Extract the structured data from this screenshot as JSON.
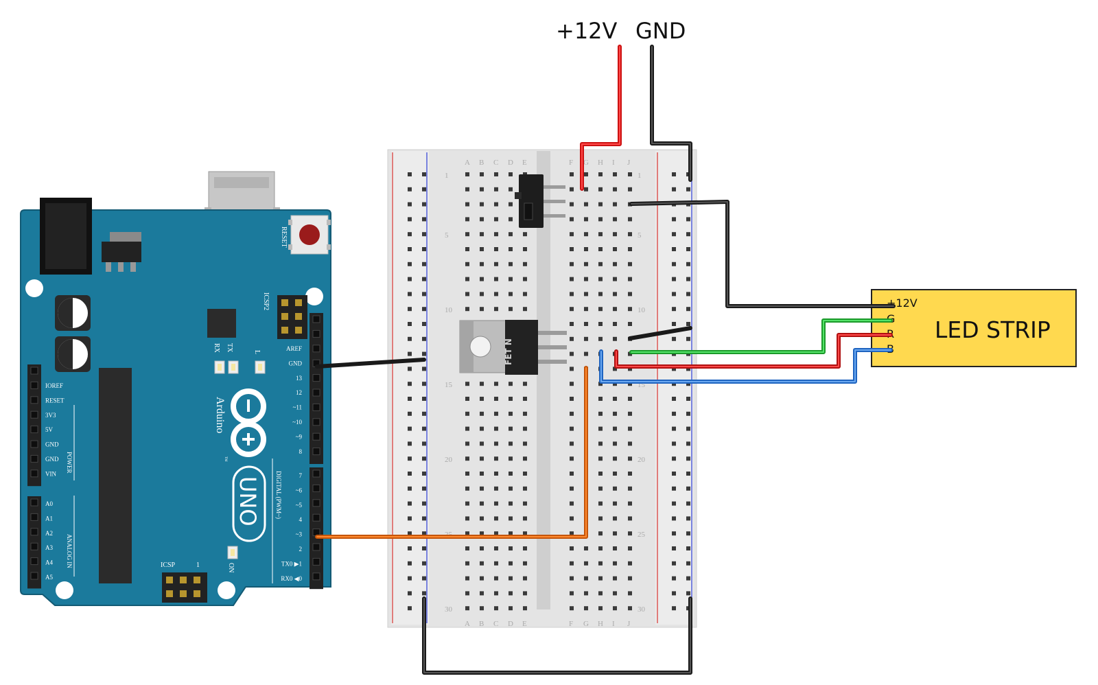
{
  "supply": {
    "plus12v": "+12V",
    "gnd": "GND"
  },
  "led_strip": {
    "title": "LED STRIP",
    "pins": [
      "+12V",
      "G",
      "R",
      "B"
    ]
  },
  "breadboard": {
    "cols_left": [
      "A",
      "B",
      "C",
      "D",
      "E"
    ],
    "cols_right": [
      "F",
      "G",
      "H",
      "I",
      "J"
    ],
    "row_numbers": [
      "1",
      "5",
      "10",
      "15",
      "20",
      "25",
      "30"
    ]
  },
  "fet": {
    "label": "FET N"
  },
  "arduino": {
    "brand": "Arduino",
    "model": "UNO",
    "reset": "RESET",
    "icsp2": "ICSP2",
    "icsp": "ICSP",
    "icsp_pin1": "1",
    "rx": "RX",
    "tx": "TX",
    "l": "L",
    "on": "ON",
    "tm": "TM",
    "digital_label": "DIGITAL (PWM~)",
    "power_label": "POWER",
    "analog_label": "ANALOG IN",
    "digital_pins": [
      "AREF",
      "GND",
      "13",
      "12",
      "~11",
      "~10",
      "~9",
      "8",
      "7",
      "~6",
      "~5",
      "4",
      "~3",
      "2",
      "TX0 ▶1",
      "RX0 ◀0"
    ],
    "power_pins": [
      "IOREF",
      "RESET",
      "3V3",
      "5V",
      "GND",
      "GND",
      "VIN"
    ],
    "analog_pins": [
      "A0",
      "A1",
      "A2",
      "A3",
      "A4",
      "A5"
    ]
  },
  "colors": {
    "arduino_board": "#1b7a9c",
    "wire_red": "#cc1111",
    "wire_black": "#1a1a1a",
    "wire_green": "#22c83a",
    "wire_blue": "#2a7ad6",
    "wire_orange": "#e0640c",
    "led_strip_fill": "#ffd94f",
    "breadboard": "#e4e4e4"
  }
}
